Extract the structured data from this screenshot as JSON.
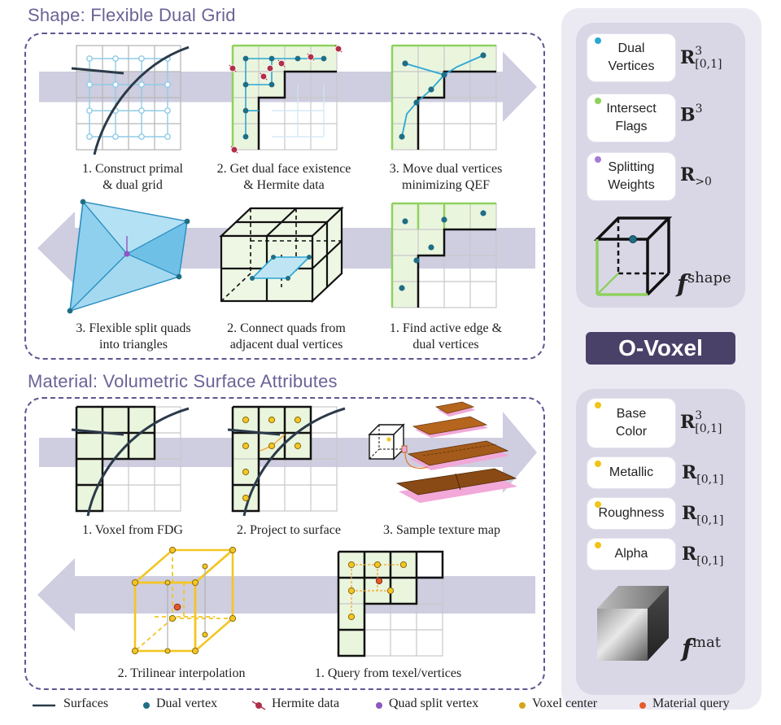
{
  "shape": {
    "title": "Shape: Flexible Dual Grid",
    "captions": [
      "1. Construct primal\n& dual grid",
      "2. Get dual face existence\n& Hermite data",
      "3. Move dual vertices\nminimizing QEF",
      "3. Flexible split quads\ninto triangles",
      "2. Connect quads from\nadjacent dual vertices",
      "1. Find active edge &\ndual vertices"
    ]
  },
  "material": {
    "title": "Material: Volumetric Surface Attributes",
    "captions": [
      "1. Voxel from FDG",
      "2. Project to surface",
      "3. Sample texture map",
      "2. Trilinear interpolation",
      "1. Query from texel/vertices"
    ]
  },
  "shape_panel": {
    "attributes": [
      {
        "label": "Dual\nVertices",
        "dot_color": "#2aa7d6",
        "symbol": "R",
        "sup": "3",
        "sub": "[0,1]"
      },
      {
        "label": "Intersect\nFlags",
        "dot_color": "#8cd25a",
        "symbol": "B",
        "sup": "3",
        "sub": ""
      },
      {
        "label": "Splitting\nWeights",
        "dot_color": "#a57ad8",
        "symbol": "R",
        "sup": "",
        "sub": ">0"
      }
    ],
    "f_symbol": "f",
    "f_sup": "shape"
  },
  "ovoxel_label": "O-Voxel",
  "mat_panel": {
    "attributes": [
      {
        "label": "Base\nColor",
        "dot_color": "#f0c419",
        "symbol": "R",
        "sup": "3",
        "sub": "[0,1]"
      },
      {
        "label": "Metallic",
        "dot_color": "#f0c419",
        "symbol": "R",
        "sup": "",
        "sub": "[0,1]"
      },
      {
        "label": "Roughness",
        "dot_color": "#f0c419",
        "symbol": "R",
        "sup": "",
        "sub": "[0,1]"
      },
      {
        "label": "Alpha",
        "dot_color": "#f0c419",
        "symbol": "R",
        "sup": "",
        "sub": "[0,1]"
      }
    ],
    "f_symbol": "f",
    "f_sup": "mat"
  },
  "legend": [
    {
      "label": "Surfaces",
      "kind": "line",
      "color": "#2b3a4a"
    },
    {
      "label": "Dual vertex",
      "kind": "dot",
      "color": "#1f6e86"
    },
    {
      "label": "Hermite data",
      "kind": "hermite",
      "color": "#b0304a"
    },
    {
      "label": "Quad split vertex",
      "kind": "dot",
      "color": "#8e56c2"
    },
    {
      "label": "Voxel center",
      "kind": "dot",
      "color": "#d7a51c"
    },
    {
      "label": "Material query",
      "kind": "dot",
      "color": "#e45a2a"
    }
  ],
  "colors": {
    "accent": "#6b6396",
    "panel_bg": "#d9d7e6",
    "panel_outer": "#ebeaf3",
    "arrow": "#cfcde0",
    "cell_green": "#eaf5de",
    "edge_green": "#8fd15f",
    "yellow": "#f3c623"
  }
}
